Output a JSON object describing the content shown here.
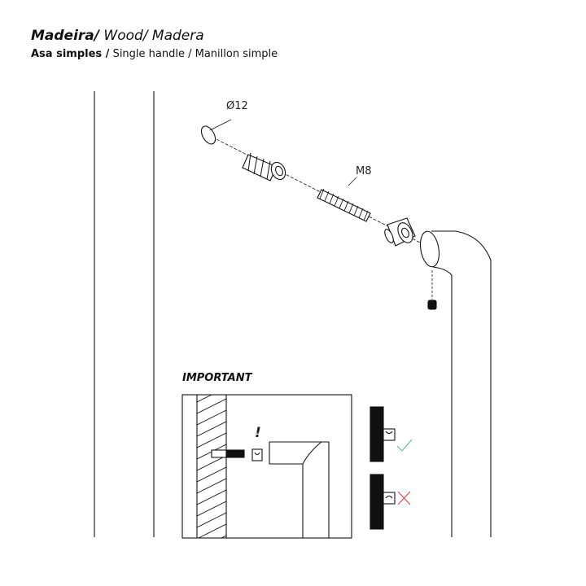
{
  "header": {
    "title_bold": "Madeira/",
    "title_rest": " Wood/ Madera",
    "subtitle_bold": "Asa  simples /",
    "subtitle_rest": " Single handle / Manillon simple"
  },
  "labels": {
    "diameter": "Ø12",
    "thread": "M8",
    "important": "IMPORTANT",
    "exclamation": "!"
  },
  "colors": {
    "check": "#5fb88a",
    "cross": "#e0404a"
  }
}
